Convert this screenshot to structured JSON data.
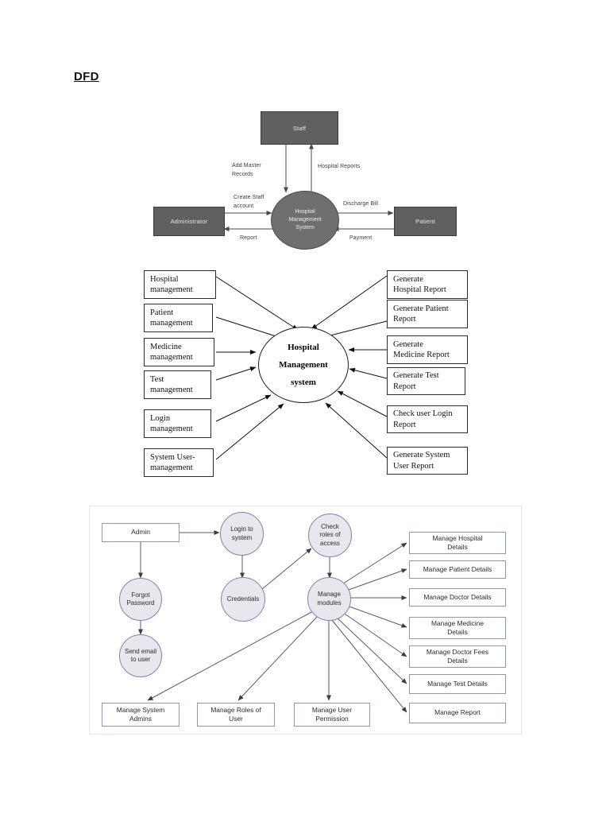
{
  "document": {
    "title": "DFD"
  },
  "diagram1": {
    "name": "context-level-dfd",
    "process": {
      "label": "Hospital\nManagement\nSystem",
      "lines": [
        "Hospital",
        "Management",
        "System"
      ]
    },
    "entities": [
      {
        "id": "staff",
        "label": "Staff"
      },
      {
        "id": "administrator",
        "label": "Administrator"
      },
      {
        "id": "patient",
        "label": "Patient"
      }
    ],
    "flows": [
      {
        "id": "add-master-records",
        "label": "Add Master\nRecords",
        "from": "administrator-side",
        "to": "staff"
      },
      {
        "id": "hospital-reports",
        "label": "Hospital Reports",
        "from": "system",
        "to": "staff"
      },
      {
        "id": "create-staff-account",
        "label": "Create Staff\naccount",
        "from": "administrator",
        "to": "system"
      },
      {
        "id": "report",
        "label": "Report",
        "from": "system",
        "to": "administrator"
      },
      {
        "id": "discharge-bill",
        "label": "Discharge Bill",
        "from": "system",
        "to": "patient"
      },
      {
        "id": "payment",
        "label": "Payment",
        "from": "patient",
        "to": "system"
      }
    ],
    "colors": {
      "entity_fill": "#606060",
      "process_fill": "#6f6f6f",
      "text": "#e9e9e9",
      "label_text": "#3c3c3c"
    }
  },
  "diagram2": {
    "name": "level-1-dfd",
    "process": {
      "label": "Hospital Management system",
      "lines": [
        "Hospital",
        "Management",
        "system"
      ]
    },
    "inputs": [
      {
        "id": "hospital-management",
        "label": "Hospital\nmanagement"
      },
      {
        "id": "patient-management",
        "label": "Patient\nmanagement"
      },
      {
        "id": "medicine-management",
        "label": "Medicine\nmanagement"
      },
      {
        "id": "test-management",
        "label": "Test\nmanagement"
      },
      {
        "id": "login-management",
        "label": "Login\nmanagement"
      },
      {
        "id": "system-user-management",
        "label": "System User-\nmanagement"
      }
    ],
    "outputs": [
      {
        "id": "generate-hospital-report",
        "label": "Generate\nHospital Report"
      },
      {
        "id": "generate-patient-report",
        "label": "Generate Patient\nReport"
      },
      {
        "id": "generate-medicine-report",
        "label": "Generate\nMedicine Report"
      },
      {
        "id": "generate-test-report",
        "label": "Generate Test\nReport"
      },
      {
        "id": "check-user-login-report",
        "label": "Check user Login\nReport"
      },
      {
        "id": "generate-system-user-report",
        "label": "Generate System\nUser Report"
      }
    ]
  },
  "diagram3": {
    "name": "admin-module-flow",
    "start": {
      "id": "admin",
      "label": "Admin"
    },
    "processes": [
      {
        "id": "login-to-system",
        "label": "Login to\nsystem"
      },
      {
        "id": "check-roles-of-access",
        "label": "Check\nroles of\naccess"
      },
      {
        "id": "forgot-password",
        "label": "Forgot\nPassword"
      },
      {
        "id": "credentials",
        "label": "Credentials"
      },
      {
        "id": "manage-modules",
        "label": "Manage\nmodules"
      },
      {
        "id": "send-email-to-user",
        "label": "Send email\nto user"
      }
    ],
    "module_outputs": [
      {
        "id": "manage-hospital-details",
        "label": "Manage Hospital\nDetails"
      },
      {
        "id": "manage-patient-details",
        "label": "Manage Patient Details"
      },
      {
        "id": "manage-doctor-details",
        "label": "Manage Doctor Details"
      },
      {
        "id": "manage-medicine-details",
        "label": "Manage Medicine\nDetails"
      },
      {
        "id": "manage-doctor-fees-details",
        "label": "Manage Doctor Fees\nDetails"
      },
      {
        "id": "manage-test-details",
        "label": "Manage Test Details"
      },
      {
        "id": "manage-report",
        "label": "Manage Report"
      }
    ],
    "bottom_outputs": [
      {
        "id": "manage-system-admins",
        "label": "Manage System\nAdmins"
      },
      {
        "id": "manage-roles-of-user",
        "label": "Manage Roles of\nUser"
      },
      {
        "id": "manage-user-permission",
        "label": "Manage User\nPermission"
      }
    ],
    "colors": {
      "circle_fill": "#e7e7ed",
      "circle_border": "#7d85ad",
      "box_border": "#9096bb"
    }
  }
}
